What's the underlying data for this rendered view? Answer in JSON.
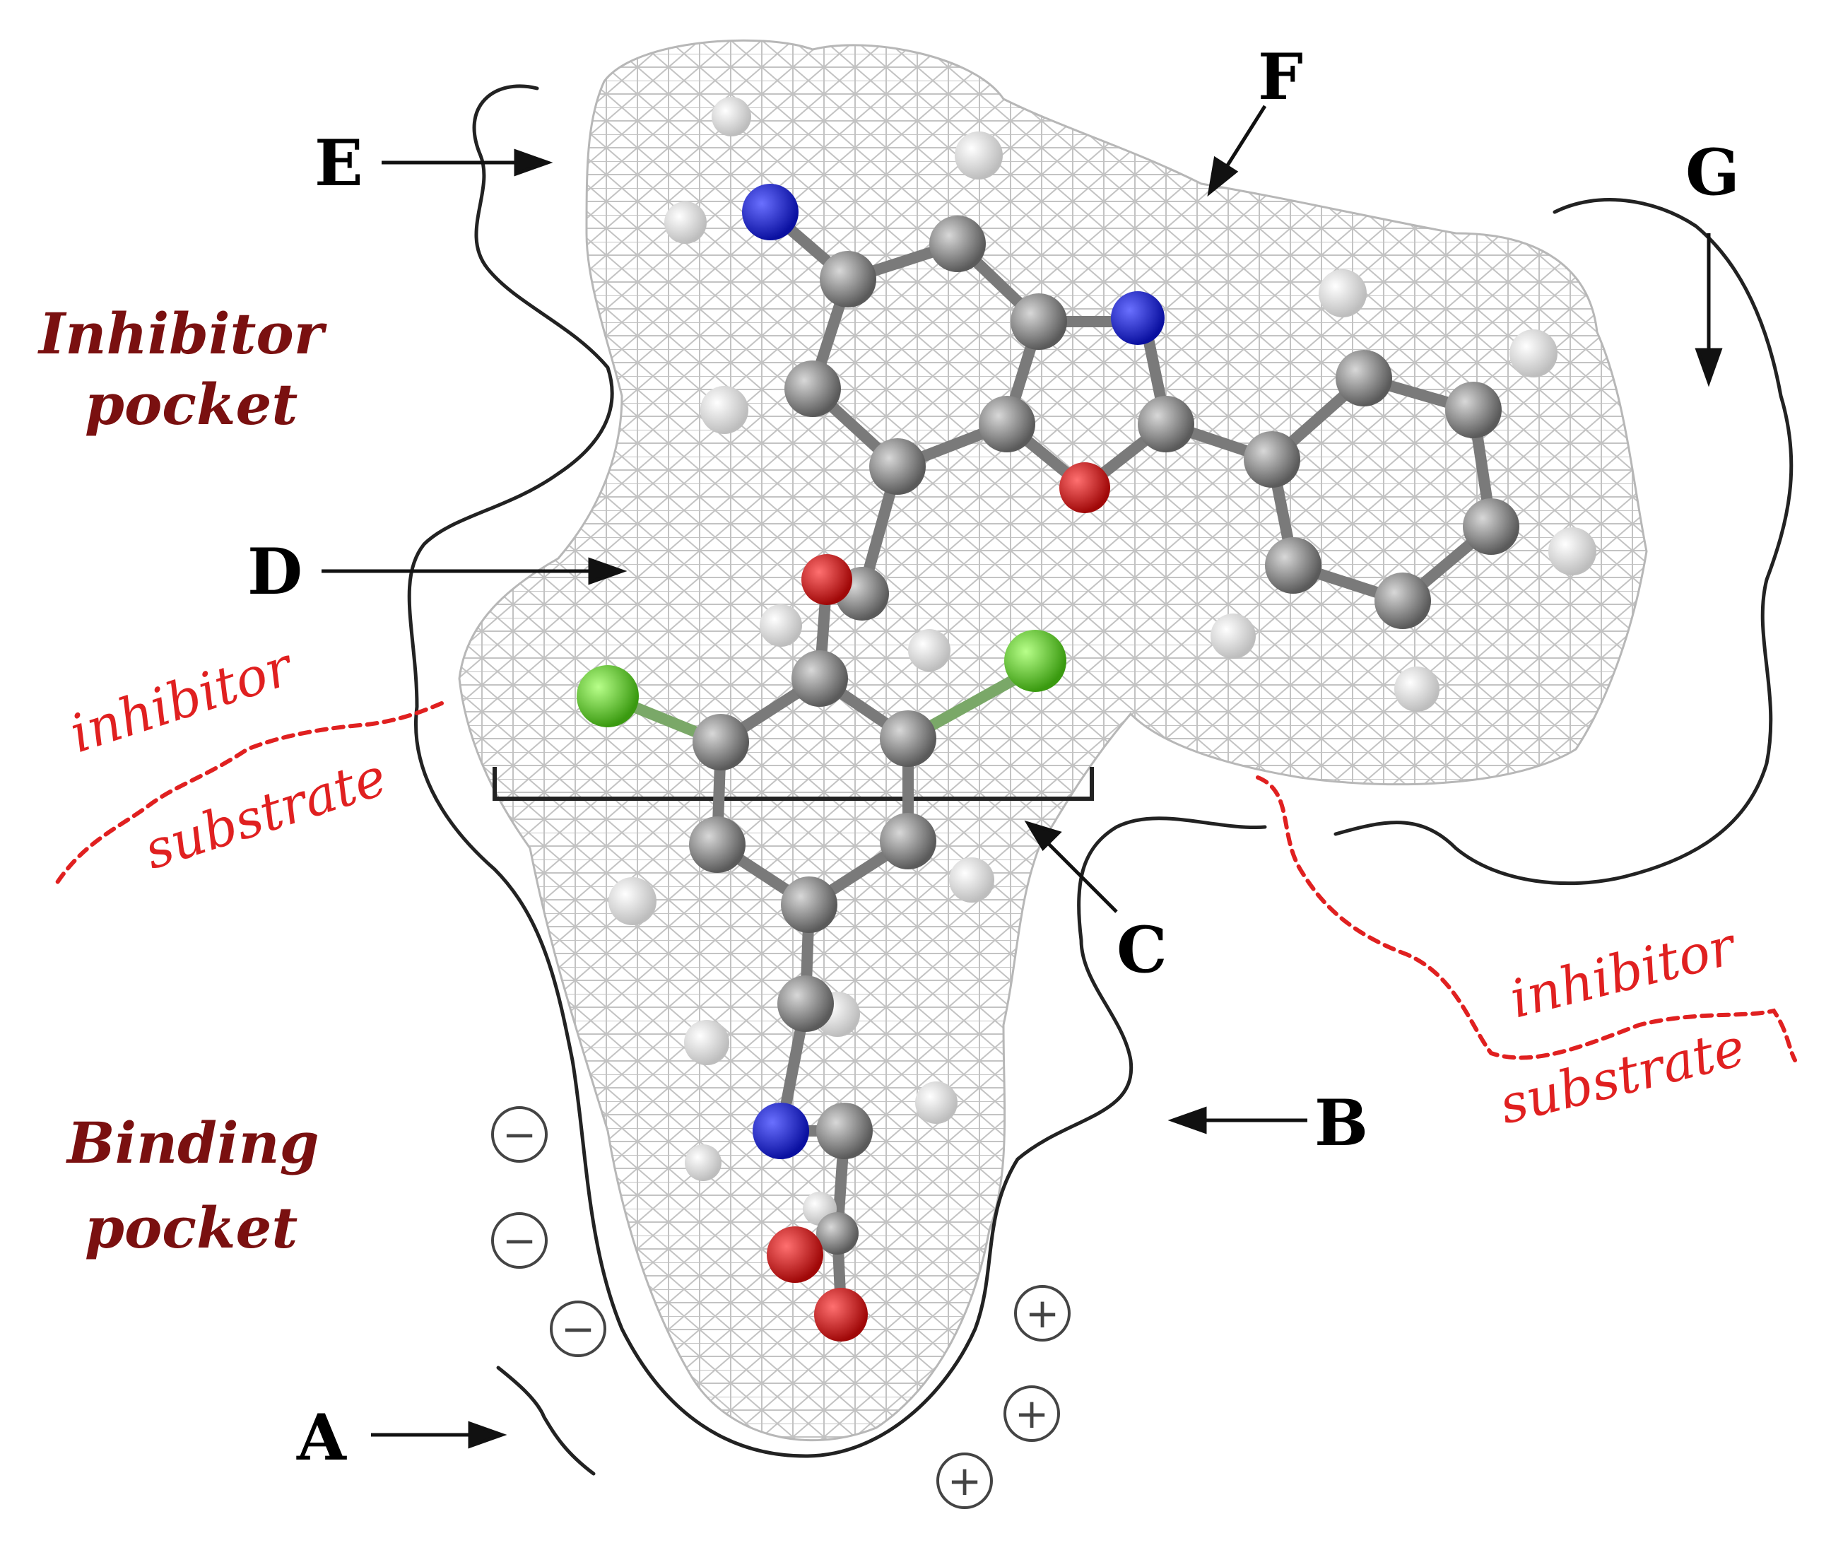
{
  "labels": {
    "A": "A",
    "B": "B",
    "C": "C",
    "D": "D",
    "E": "E",
    "F": "F",
    "G": "G"
  },
  "regions": {
    "inhibitor_pocket": [
      "Inhibitor",
      "pocket"
    ],
    "binding_pocket": [
      "Binding",
      "pocket"
    ]
  },
  "boundary": {
    "left": {
      "top": "inhibitor",
      "bottom": "substrate"
    },
    "right": {
      "top": "inhibitor",
      "bottom": "substrate"
    }
  },
  "charges": {
    "negative": [
      "−",
      "−",
      "−"
    ],
    "positive": [
      "+",
      "+",
      "+"
    ]
  },
  "colors": {
    "region_label": "#7a1010",
    "boundary": "#e02020",
    "mesh": "#b5b5b5",
    "carbon": "#8a8a8a",
    "hydrogen": "#e8e8e8",
    "nitrogen": "#1a22cc",
    "oxygen": "#d81818",
    "chlorine": "#55cc22",
    "pocket_outline": "#222222"
  }
}
